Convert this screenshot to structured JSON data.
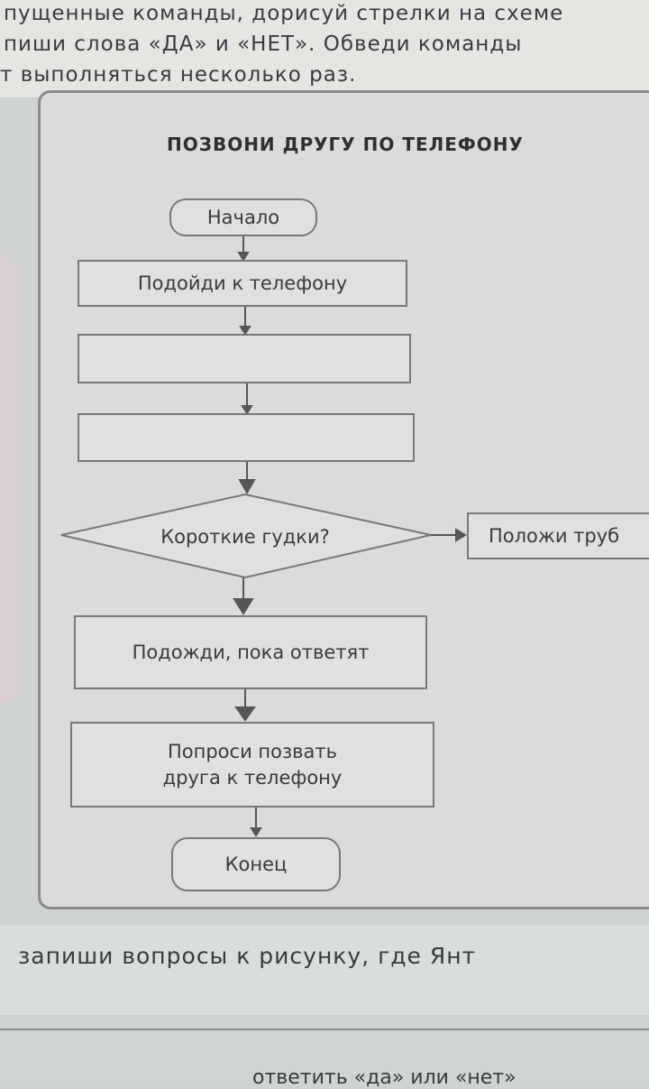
{
  "instructions": {
    "lines": [
      "пущенные команды, дорисуй стрелки на схеме",
      "пиши слова «ДА» и «НЕТ». Обведи команды",
      "т выполняться несколько раз."
    ]
  },
  "flowchart": {
    "title": "ПОЗВОНИ ДРУГУ ПО ТЕЛЕФОНУ",
    "start": "Начало",
    "step1": "Подойди к телефону",
    "step2": "",
    "step3": "",
    "decision": "Короткие гудки?",
    "side_action": "Положи труб",
    "step4": "Подожди, пока ответят",
    "step5": "Попроси позвать друга к телефону",
    "end": "Конец"
  },
  "next_task": {
    "line": "запиши вопросы к рисунку, где Янт",
    "partial_line": "ответить «да» или «нет»"
  }
}
